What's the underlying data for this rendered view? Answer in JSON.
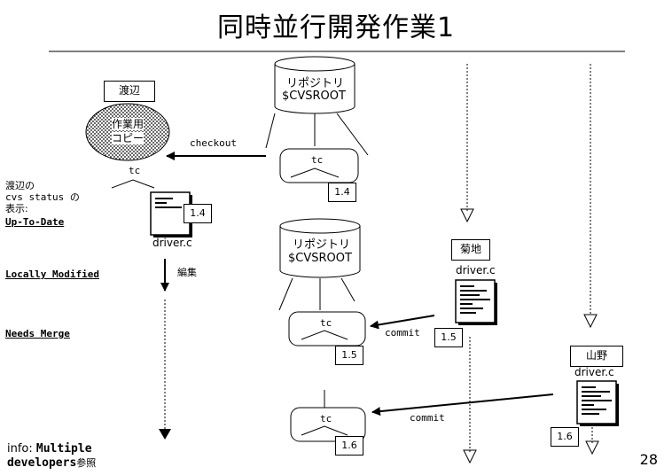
{
  "title": "同時並行開発作業1",
  "repository": {
    "label": "リポジトリ",
    "root": "$CVSROOT"
  },
  "users": {
    "watanabe": "渡辺",
    "kikuchi": "菊地",
    "yamano": "山野"
  },
  "working_copy": {
    "line1": "作業用",
    "line2": "コピー"
  },
  "actions": {
    "checkout": "checkout",
    "edit": "編集",
    "commit1": "commit",
    "commit2": "commit"
  },
  "module": "tc",
  "file": "driver.c",
  "versions": {
    "repo_top": "1.4",
    "watanabe_file": "1.4",
    "repo_mid": "1.5",
    "kikuchi_file": "1.5",
    "repo_bottom": "1.6",
    "yamano_file": "1.6"
  },
  "status_panel": {
    "caption_line1": "渡辺の",
    "caption_line2": "cvs status の",
    "caption_line3": "表示:",
    "up_to_date": "Up-To-Date",
    "locally_modified": "Locally Modified",
    "needs_merge": "Needs Merge"
  },
  "info": {
    "prefix": "info:",
    "line1": "Multiple",
    "line2": "developers",
    "suffix": "参照"
  },
  "page_number": "28"
}
